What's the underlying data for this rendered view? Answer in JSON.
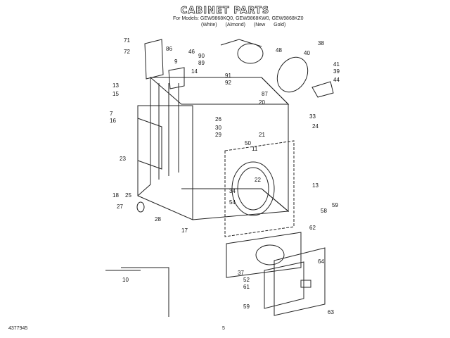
{
  "title": "CABINET PARTS",
  "models_line": "For Models: GEW9868KQ0, GEW9868KW0, GEW9868KZ0",
  "colors": [
    "(White)",
    "(Almond)",
    "(New Gold)"
  ],
  "footer_code": "4377945",
  "page_number": "5",
  "callouts": [
    "71",
    "72",
    "46",
    "90",
    "89",
    "86",
    "9",
    "48",
    "38",
    "40",
    "41",
    "39",
    "44",
    "14",
    "91",
    "92",
    "87",
    "20",
    "13",
    "15",
    "7",
    "16",
    "26",
    "30",
    "29",
    "21",
    "33",
    "24",
    "50",
    "11",
    "22",
    "34",
    "54",
    "23",
    "18",
    "25",
    "27",
    "28",
    "17",
    "10",
    "37",
    "52",
    "61",
    "64",
    "63",
    "59",
    "13",
    "58",
    "59",
    "62"
  ]
}
